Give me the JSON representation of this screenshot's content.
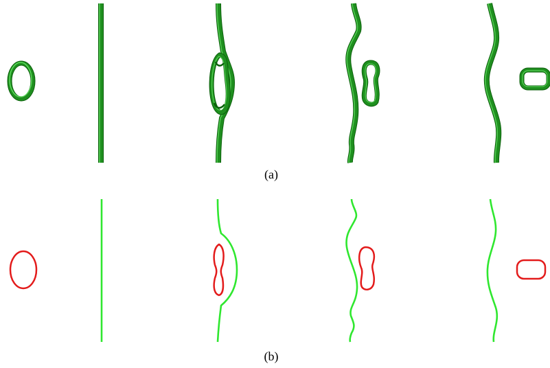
{
  "panels": [
    {
      "caption": "(a)",
      "style": "3d-tube",
      "colors": {
        "main": "#1f8f1f",
        "highlight": "#7dff7d",
        "shadow": "#0b5f0b"
      }
    },
    {
      "caption": "(b)",
      "style": "2d-curve",
      "colors": {
        "line": "#2fe72f",
        "loop": "#e31b1b"
      }
    }
  ]
}
